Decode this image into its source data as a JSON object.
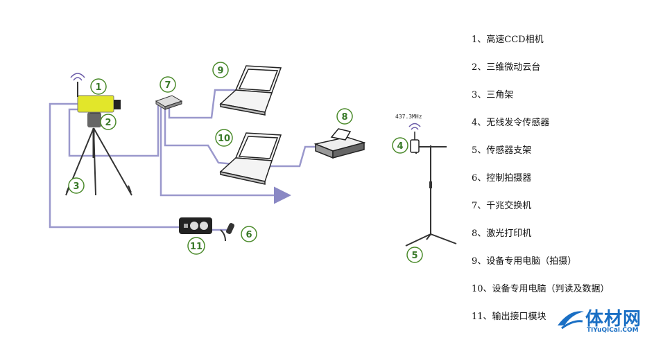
{
  "labels": {
    "n1": "1",
    "n2": "2",
    "n3": "3",
    "n4": "4",
    "n5": "5",
    "n6": "6",
    "n7": "7",
    "n8": "8",
    "n9": "9",
    "n10": "10",
    "n11": "11"
  },
  "frequency": "437.3MHz",
  "legend": [
    "1、高速CCD相机",
    "2、三维微动云台",
    "3、三角架",
    "4、无线发令传感器",
    "5、传感器支架",
    "6、控制拍摄器",
    "7、千兆交换机",
    "8、激光打印机",
    "9、设备专用电脑（拍摄）",
    "10、设备专用电脑（判读及数据）",
    "11、输出接口模块"
  ],
  "watermark": {
    "cn": "体材网",
    "en": "TiYuQiCai.COM"
  },
  "colors": {
    "cable": "#9a98cc",
    "camera": "#e2e62a",
    "tag_ring": "#4a8a2a",
    "watermark": "#1a6fc4"
  }
}
